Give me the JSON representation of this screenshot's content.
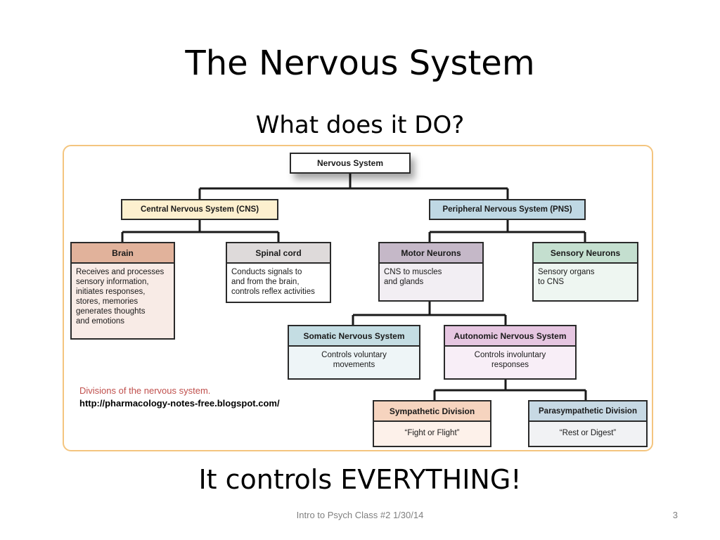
{
  "slide": {
    "title": "The Nervous System",
    "subtitle": "What does it DO?",
    "bottom_text": "It controls EVERYTHING!",
    "footer": "Intro to Psych Class #2 1/30/14",
    "page_number": "3"
  },
  "diagram": {
    "root": "Nervous System",
    "cns": "Central Nervous System (CNS)",
    "pns": "Peripheral Nervous System (PNS)",
    "brain": {
      "title": "Brain",
      "lines": [
        "Receives and processes",
        "sensory information,",
        "initiates responses,",
        "stores, memories",
        "generates thoughts",
        "and emotions"
      ]
    },
    "spinal": {
      "title": "Spinal cord",
      "lines": [
        "Conducts signals to",
        "and from the brain,",
        "controls reflex activities"
      ]
    },
    "motor": {
      "title": "Motor Neurons",
      "lines": [
        "CNS to muscles",
        "and glands"
      ]
    },
    "sensory": {
      "title": "Sensory Neurons",
      "lines": [
        "Sensory organs",
        "to CNS"
      ]
    },
    "somatic": {
      "title": "Somatic Nervous System",
      "lines": [
        "Controls voluntary",
        "movements"
      ]
    },
    "autonomic": {
      "title": "Autonomic Nervous System",
      "lines": [
        "Controls involuntary",
        "responses"
      ]
    },
    "sympathetic": {
      "title": "Sympathetic Division",
      "lines": [
        "“Fight or Flight”"
      ]
    },
    "parasympathetic": {
      "title": "Parasympathetic Division",
      "lines": [
        "“Rest or Digest”"
      ]
    },
    "caption": "Divisions of the nervous system.",
    "source_url": "http://pharmacology-notes-free.blogspot.com/"
  },
  "colors": {
    "cns": "#fdf0cf",
    "pns": "#bfd8e4",
    "brain_head": "#e1b29b",
    "brain_body": "#f8ebe6",
    "spinal_head": "#dedada",
    "spinal_body": "#ffffff",
    "motor_head": "#c5b8c8",
    "motor_body": "#f2eef3",
    "sensory_head": "#c4dfcf",
    "sensory_body": "#eef6f1",
    "somatic_head": "#c4dde3",
    "somatic_body": "#eef5f7",
    "autonomic_head": "#e6c6e1",
    "autonomic_body": "#f8eef7",
    "sympathetic_head": "#f6d4bf",
    "sympathetic_body": "#fdf1ea",
    "para_head": "#c7d9e4",
    "para_body": "#f1f2f4",
    "caption": "#c0504d",
    "frame": "#f4c57f"
  }
}
